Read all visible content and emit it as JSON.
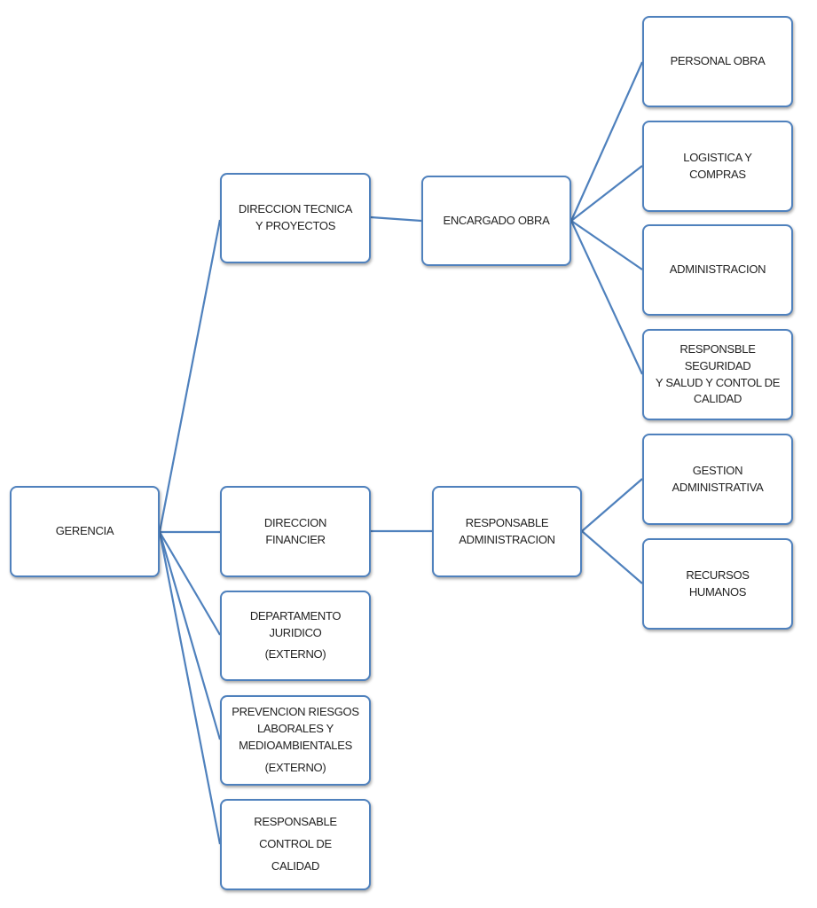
{
  "accent_color": "#4f81bd",
  "nodes": {
    "gerencia": {
      "lines": [
        "GERENCIA"
      ]
    },
    "direccion_tecnica": {
      "lines": [
        "DIRECCION TECNICA",
        "Y PROYECTOS"
      ]
    },
    "encargado_obra": {
      "lines": [
        "ENCARGADO OBRA"
      ]
    },
    "personal_obra": {
      "lines": [
        "PERSONAL OBRA"
      ]
    },
    "logistica_compras": {
      "lines": [
        "LOGISTICA Y",
        "COMPRAS"
      ]
    },
    "administracion": {
      "lines": [
        "ADMINISTRACION"
      ]
    },
    "responsable_seguridad": {
      "lines": [
        "RESPONSBLE SEGURIDAD",
        "Y SALUD Y CONTOL DE",
        "CALIDAD"
      ]
    },
    "direccion_financier": {
      "lines": [
        "DIRECCION",
        "FINANCIER"
      ]
    },
    "responsable_administracion": {
      "lines": [
        "RESPONSABLE",
        "ADMINISTRACION"
      ]
    },
    "gestion_administrativa": {
      "lines": [
        "GESTION",
        "ADMINISTRATIVA"
      ]
    },
    "recursos_humanos": {
      "lines": [
        "RECURSOS",
        "HUMANOS"
      ]
    },
    "departamento_juridico": {
      "lines": [
        "DEPARTAMENTO",
        "JURIDICO",
        "(EXTERNO)"
      ]
    },
    "prevencion_riesgos": {
      "lines": [
        "PREVENCION RIESGOS",
        "LABORALES Y",
        "MEDIOAMBIENTALES",
        "(EXTERNO)"
      ]
    },
    "responsable_control_calidad": {
      "lines": [
        "RESPONSABLE",
        "CONTROL DE",
        "CALIDAD"
      ]
    }
  }
}
